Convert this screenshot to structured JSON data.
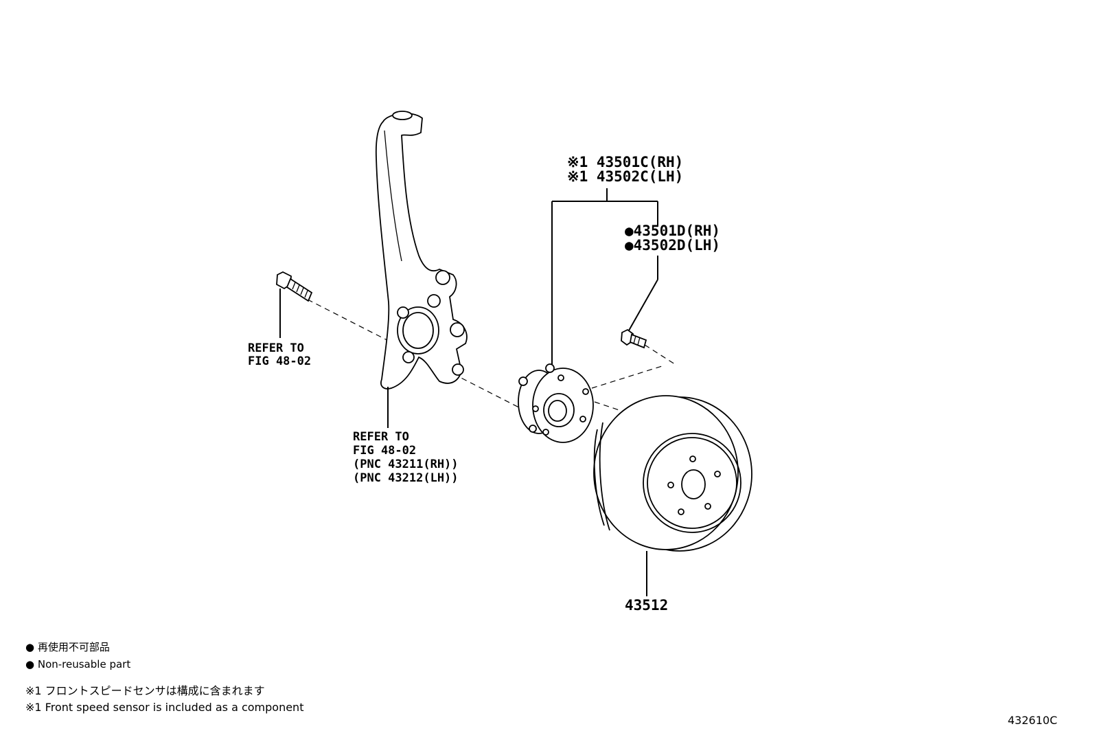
{
  "callouts": {
    "hub_rh": "※1 43501C(RH)",
    "hub_lh": "※1 43502C(LH)",
    "bolt_rh": "●43501D(RH)",
    "bolt_lh": "●43502D(LH)",
    "rotor": "43512",
    "bolt_ref_line1": "REFER TO",
    "bolt_ref_line2": "FIG 48-02",
    "knuckle_ref_line1": "REFER TO",
    "knuckle_ref_line2": "FIG 48-02",
    "knuckle_ref_line3": "(PNC 43211(RH))",
    "knuckle_ref_line4": "(PNC 43212(LH))"
  },
  "legend": {
    "nonreusable_jp": "● 再使用不可部品",
    "nonreusable_en": "● Non-reusable part",
    "note_jp": "※1 フロントスピードセンサは構成に含まれます",
    "note_en": "※1 Front speed sensor is included  as a component"
  },
  "figure_id": "432610C"
}
